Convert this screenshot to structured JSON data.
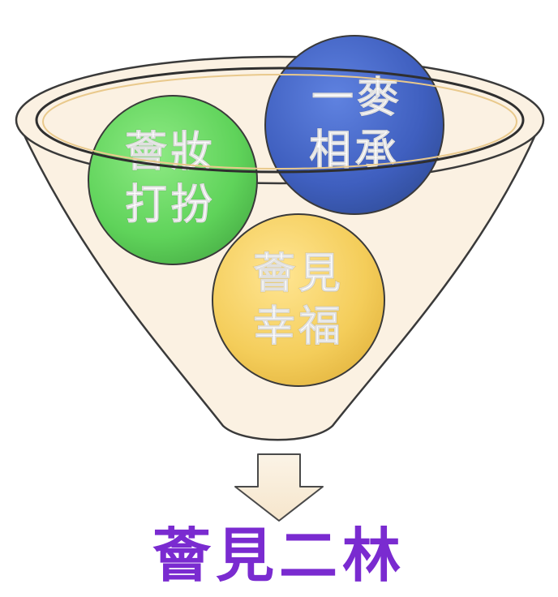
{
  "bubbles": {
    "green": {
      "line1": "薈妝",
      "line2": "打扮",
      "color": "#5fd35a"
    },
    "blue": {
      "line1": "一麥",
      "line2": "相承",
      "color": "#3f5fbf"
    },
    "yellow": {
      "line1": "薈見",
      "line2": "幸福",
      "color": "#f4cd5a"
    }
  },
  "result": {
    "title": "薈見二林",
    "color": "#7a2bd0"
  },
  "funnel": {
    "fill": "#fbf1e2",
    "rim_accent": "#e9c98c"
  }
}
